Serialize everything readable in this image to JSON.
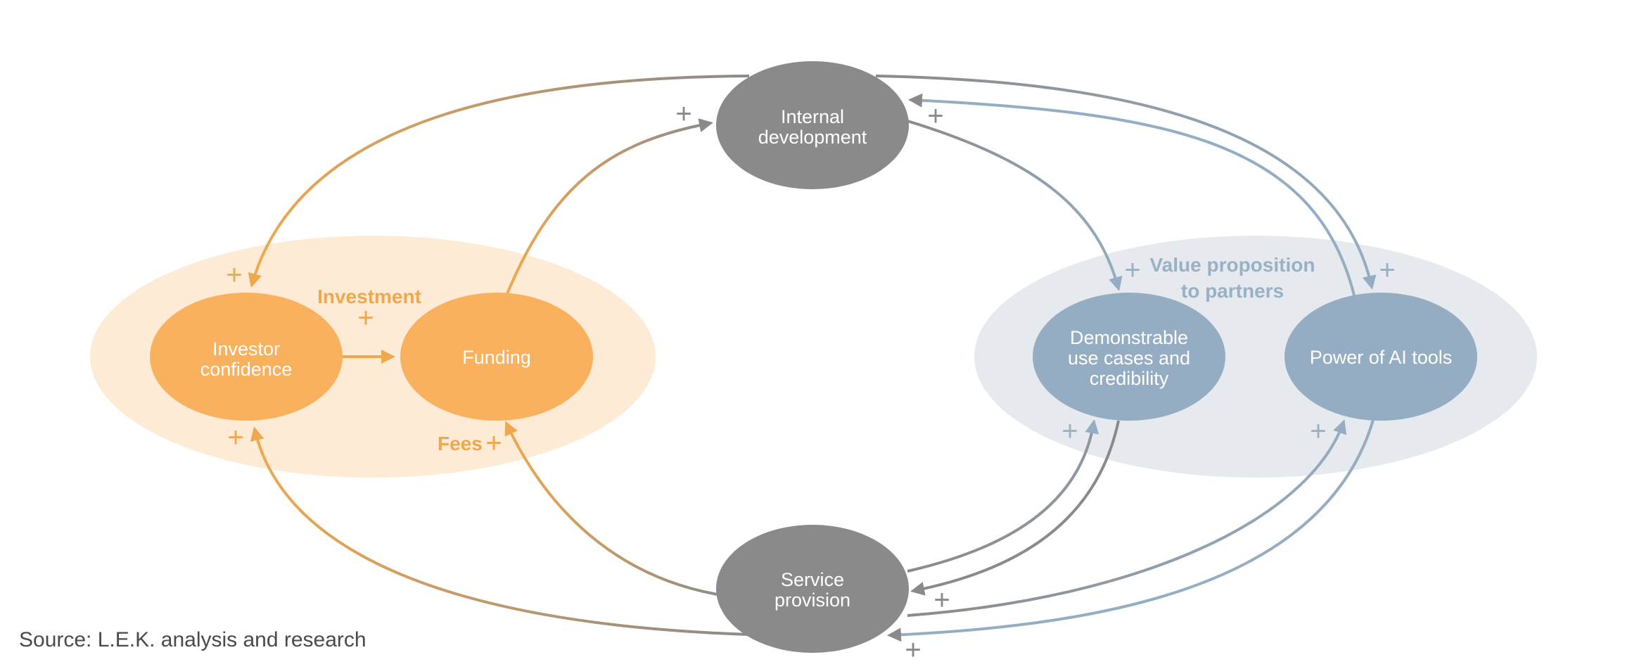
{
  "groups": {
    "investment": {
      "label": "Investment"
    },
    "value_prop": {
      "label_line1": "Value proposition",
      "label_line2": "to partners"
    }
  },
  "nodes": {
    "internal_development": {
      "line1": "Internal",
      "line2": "development"
    },
    "investor_confidence": {
      "line1": "Investor",
      "line2": "confidence"
    },
    "funding": {
      "line1": "Funding"
    },
    "demonstrable_use_cases": {
      "line1": "Demonstrable",
      "line2": "use cases and",
      "line3": "credibility"
    },
    "power_of_ai_tools": {
      "line1": "Power of AI tools"
    },
    "service_provision": {
      "line1": "Service",
      "line2": "provision"
    }
  },
  "edge_labels": {
    "fees": "Fees",
    "plus": "+"
  },
  "source": "Source: L.E.K. analysis and research",
  "colors": {
    "orange_node": "#f9b15d",
    "orange_zone": "#fdebd6",
    "orange_text": "#f0a84e",
    "gray_node": "#8a8a8a",
    "blue_node": "#94adc2",
    "blue_zone": "#e6e9ed",
    "blue_text": "#98b1c4"
  }
}
